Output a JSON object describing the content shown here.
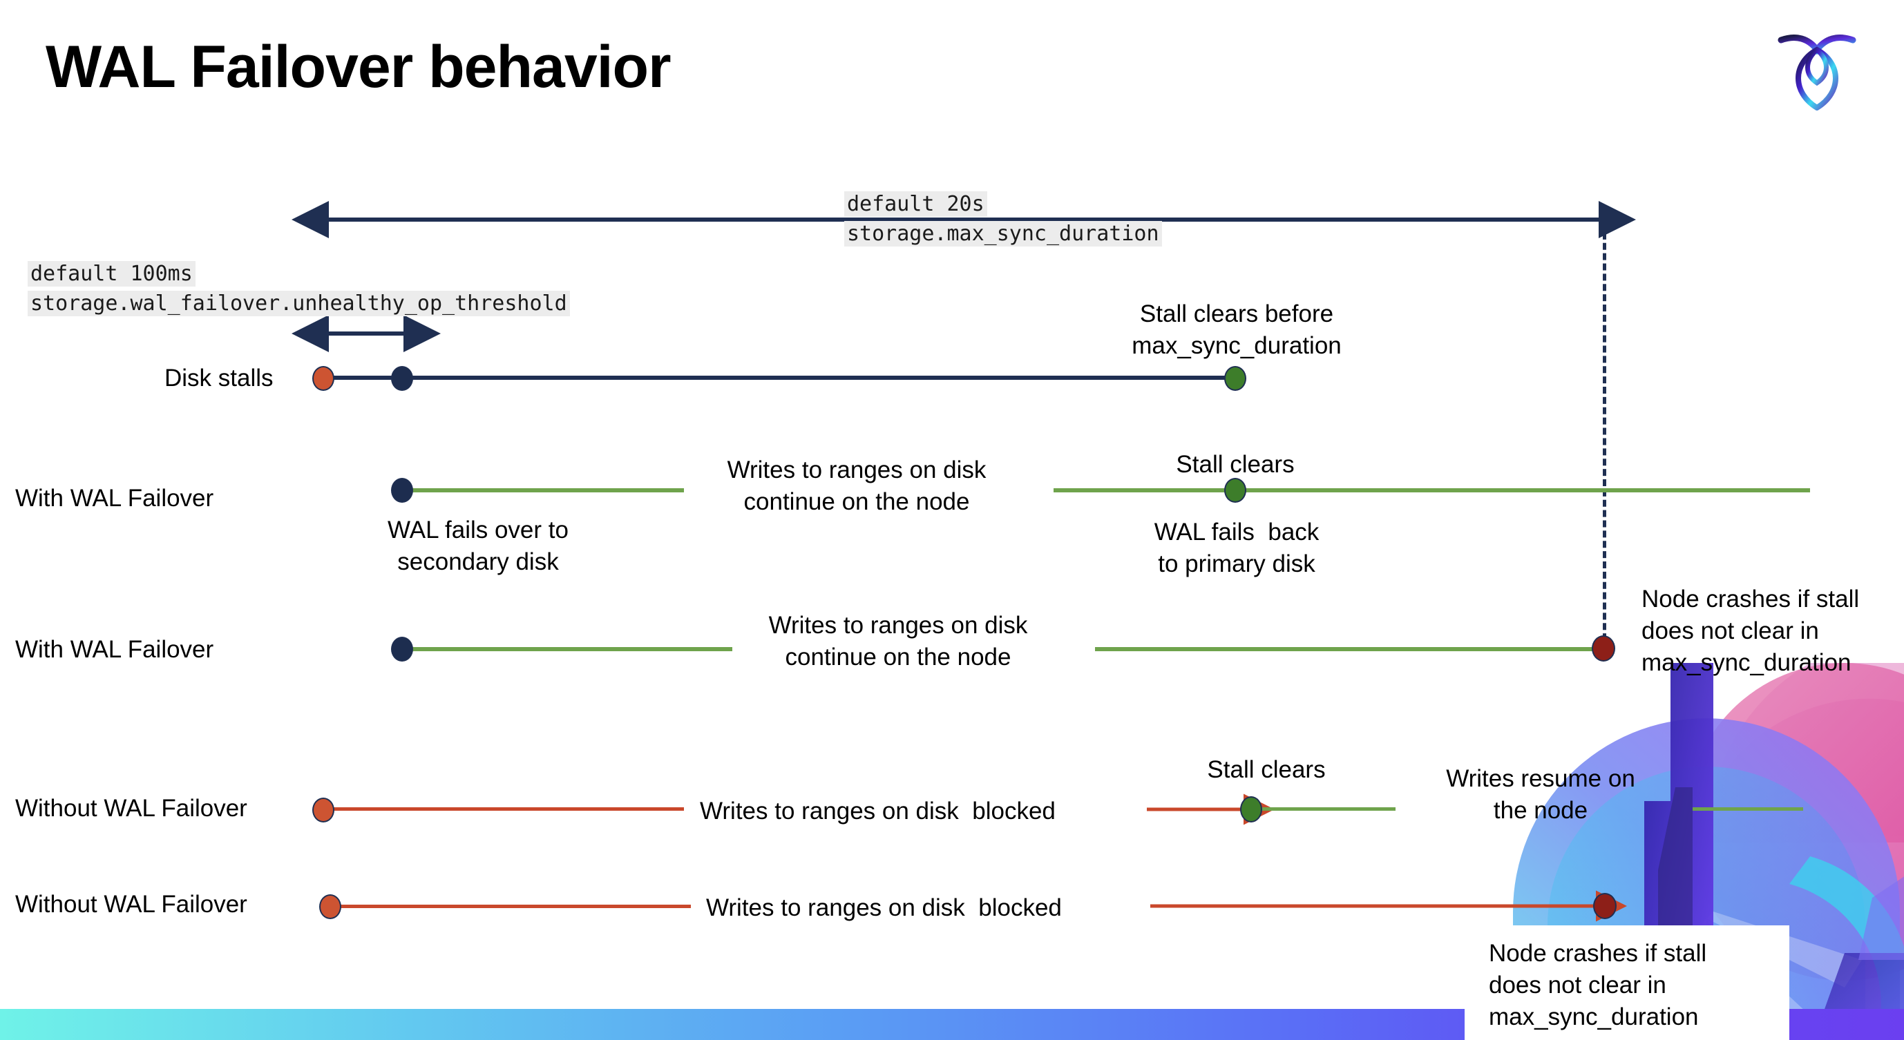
{
  "slide": {
    "title": "WAL Failover behavior",
    "logo_name": "cockroachdb-logo"
  },
  "settings": {
    "max_sync": {
      "default_label": "default 20s",
      "setting_name": "storage.max_sync_duration"
    },
    "unhealthy_op": {
      "default_label": "default 100ms",
      "setting_name": "storage.wal_failover.unhealthy_op_threshold"
    }
  },
  "rows": [
    {
      "label": "Disk stalls",
      "annotation_top": "Stall clears before\nmax_sync_duration"
    },
    {
      "label": "With WAL Failover",
      "mid_note": "Writes to ranges on disk\ncontinue on the node",
      "stall_note": "Stall clears",
      "below_left_note": "WAL fails over to\nsecondary disk",
      "below_right_note": "WAL fails  back\nto primary disk"
    },
    {
      "label": "With WAL Failover",
      "mid_note": "Writes to ranges on disk\ncontinue on the node",
      "crash_note": "Node crashes if stall\ndoes not clear in\nmax_sync_duration"
    },
    {
      "label": "Without WAL Failover",
      "mid_note": "Writes to ranges on disk  blocked",
      "stall_note": "Stall clears",
      "resume_note": "Writes resume on\nthe node"
    },
    {
      "label": "Without WAL Failover",
      "mid_note": "Writes to ranges on disk  blocked",
      "crash_note": "Node crashes if stall\ndoes not clear in\nmax_sync_duration"
    }
  ],
  "colors": {
    "navy": "#1f2f52",
    "green": "#6fa34c",
    "orange": "#c9482b",
    "dot_navy": "#1d2d4f",
    "dot_orange": "#cd5432",
    "dot_green": "#3d7d2a",
    "dot_darkred": "#8d1f18",
    "code_bg": "#ececec",
    "background": "#ffffff"
  }
}
